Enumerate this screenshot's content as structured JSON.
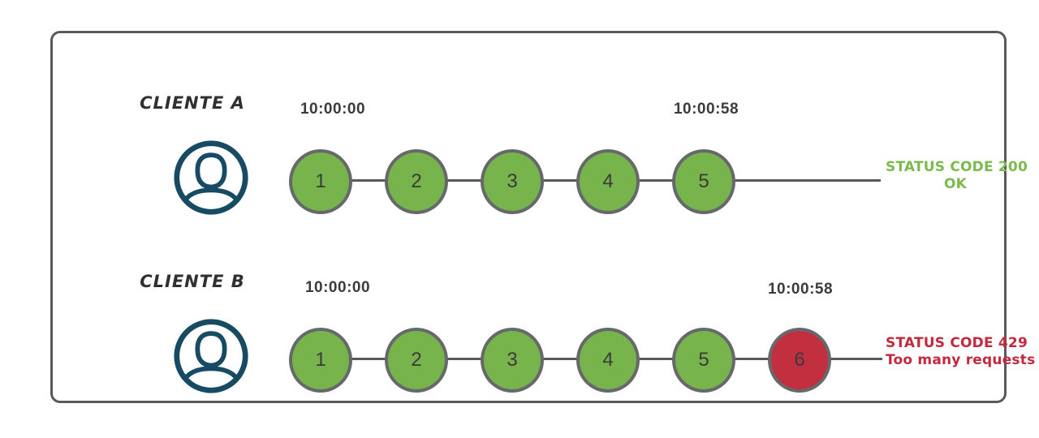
{
  "colors": {
    "success_green": "#77b44b",
    "error_red": "#c22f3e",
    "circle_border": "#67686b",
    "line_gray": "#58595b",
    "box_border": "#58595b",
    "avatar_navy": "#174a63",
    "timestamp_text": "#3b3b3b",
    "status_green_text": "#7cb94e",
    "status_red_text": "#c3293c"
  },
  "icons": {
    "client_a": "user-icon",
    "client_b": "user-icon"
  },
  "rows": [
    {
      "client_label": "CLIENTE A",
      "start_time": "10:00:00",
      "end_time": "10:00:58",
      "requests": [
        {
          "label": "1",
          "status": "ok"
        },
        {
          "label": "2",
          "status": "ok"
        },
        {
          "label": "3",
          "status": "ok"
        },
        {
          "label": "4",
          "status": "ok"
        },
        {
          "label": "5",
          "status": "ok"
        }
      ],
      "status_code_text": "STATUS CODE 200",
      "status_message": "OK"
    },
    {
      "client_label": "CLIENTE B",
      "start_time": "10:00:00",
      "end_time": "10:00:58",
      "requests": [
        {
          "label": "1",
          "status": "ok"
        },
        {
          "label": "2",
          "status": "ok"
        },
        {
          "label": "3",
          "status": "ok"
        },
        {
          "label": "4",
          "status": "ok"
        },
        {
          "label": "5",
          "status": "ok"
        },
        {
          "label": "6",
          "status": "rate-limited"
        }
      ],
      "status_code_text": "STATUS CODE 429",
      "status_message": "Too many requests"
    }
  ]
}
